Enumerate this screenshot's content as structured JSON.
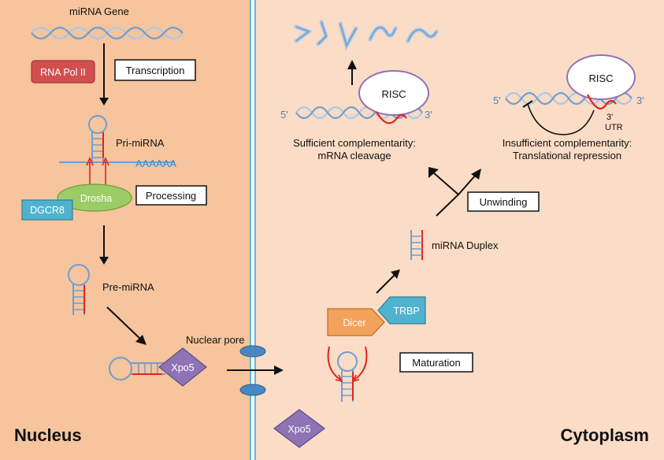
{
  "panels": {
    "nucleus_label": "Nucleus",
    "cytoplasm_label": "Cytoplasm"
  },
  "nodes": {
    "mirna_gene": "miRNA Gene",
    "rna_pol": "RNA Pol II",
    "pri_mirna": "Pri-miRNA",
    "polya_tail": "AAAAAA",
    "drosha": "Drosha",
    "dgcr8": "DGCR8",
    "pre_mirna": "Pre-miRNA",
    "xpo5_nucleus": "Xpo5",
    "nuclear_pore": "Nuclear pore",
    "xpo5_cytoplasm": "Xpo5",
    "dicer": "Dicer",
    "trbp": "TRBP",
    "mirna_duplex": "miRNA Duplex",
    "risc_left": "RISC",
    "risc_right": "RISC",
    "five_prime_left": "5'",
    "three_prime_left": "3'",
    "five_prime_right": "5'",
    "three_prime_right": "3'",
    "utr_3": "3'",
    "utr_label": "UTR",
    "cleavage_line1": "Sufficient complementarity:",
    "cleavage_line2": "mRNA cleavage",
    "repression_line1": "Insufficient complementarity:",
    "repression_line2": "Translational repression"
  },
  "steps": {
    "transcription": "Transcription",
    "processing": "Processing",
    "maturation": "Maturation",
    "unwinding": "Unwinding"
  },
  "colors": {
    "nucleus_bg": "#f6c49d",
    "cytoplasm_bg": "#fbdcc6",
    "rna": "#6e9fd1",
    "red_strand": "#e2231a",
    "rna_pol": "#d24f50",
    "drosha": "#9ccc65",
    "dgcr8": "#4fb3cf",
    "xpo5": "#8e73b5",
    "dicer": "#f2a25a",
    "trbp": "#4fb3cf",
    "membrane": "#5bb8d8"
  }
}
